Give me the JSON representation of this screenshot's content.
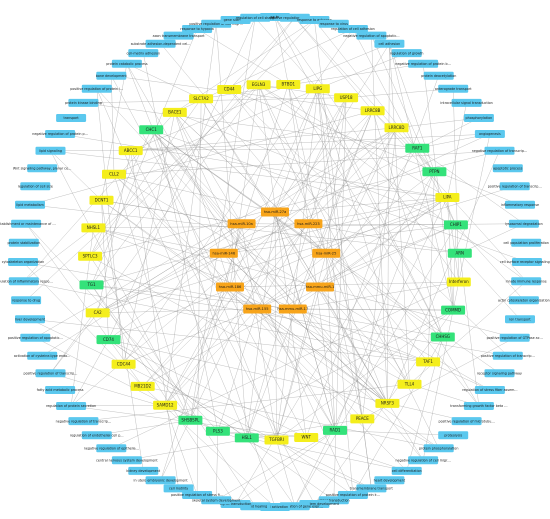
{
  "palette": {
    "go_term": "#5bc8ee",
    "gene_up": "#f4ee1c",
    "gene_down": "#34e27a",
    "mirna": "#f7a41a",
    "edge": "#8a8a8a"
  },
  "network": {
    "mirnas": [
      "hsa-miR-27a",
      "hsa-miR-223",
      "hsa-miR-25",
      "hsa-mmu-miR-1",
      "hsa-mmu-miR-17",
      "hsa-miR-155",
      "hsa-miR-186",
      "hsa-miR-146",
      "hsa-miR-10a"
    ],
    "genes_outer": [
      {
        "label": "CD44",
        "type": "up"
      },
      {
        "label": "EGLN3",
        "type": "up"
      },
      {
        "label": "BTBD1",
        "type": "up"
      },
      {
        "label": "LIPG",
        "type": "up"
      },
      {
        "label": "USP18",
        "type": "up"
      },
      {
        "label": "LRRC8B",
        "type": "up"
      },
      {
        "label": "LRRC8D",
        "type": "up"
      },
      {
        "label": "RAF1",
        "type": "down"
      },
      {
        "label": "PTPN",
        "type": "down"
      },
      {
        "label": "LIPA",
        "type": "up"
      },
      {
        "label": "CHIP1",
        "type": "down"
      },
      {
        "label": "ARN",
        "type": "down"
      },
      {
        "label": "Interferon",
        "type": "up"
      },
      {
        "label": "COMMD",
        "type": "down"
      },
      {
        "label": "CHHSG",
        "type": "down"
      },
      {
        "label": "TAF1",
        "type": "up"
      },
      {
        "label": "TLL4",
        "type": "up"
      },
      {
        "label": "NRSF3",
        "type": "up"
      },
      {
        "label": "PEACE",
        "type": "up"
      },
      {
        "label": "RAD1",
        "type": "down"
      },
      {
        "label": "WNT",
        "type": "up"
      },
      {
        "label": "TGFBRI",
        "type": "up"
      },
      {
        "label": "HSL1",
        "type": "down"
      },
      {
        "label": "PLS3",
        "type": "down"
      },
      {
        "label": "SHSBSPL",
        "type": "down"
      },
      {
        "label": "SAMD12",
        "type": "up"
      },
      {
        "label": "MB21D2",
        "type": "up"
      },
      {
        "label": "CDC44",
        "type": "up"
      },
      {
        "label": "CD74",
        "type": "down"
      },
      {
        "label": "CA2",
        "type": "up"
      },
      {
        "label": "TG1",
        "type": "down"
      },
      {
        "label": "SPTLC3",
        "type": "up"
      },
      {
        "label": "NHSL1",
        "type": "up"
      },
      {
        "label": "DCNT1",
        "type": "up"
      },
      {
        "label": "CLL2",
        "type": "up"
      },
      {
        "label": "ABCC1",
        "type": "up"
      },
      {
        "label": "CHC1",
        "type": "down"
      },
      {
        "label": "BACE1",
        "type": "up"
      },
      {
        "label": "SLC7A2",
        "type": "up"
      }
    ],
    "go_terms": [
      "cellular response to mechanical stimulus",
      "negative regulation of cell proliferation",
      "response to estrogen",
      "response to virus",
      "regulation of cell adhesion",
      "negative regulation of apoptotic process",
      "cell adhesion",
      "regulation of growth",
      "negative regulation of protein binding",
      "protein deacetylation",
      "anterograde transport",
      "intracellular signal transduction",
      "phosphorylation",
      "angiogenesis",
      "negative regulation of transcription, DNA-templated",
      "apoptotic process",
      "positive regulation of transcription, DNA-templated",
      "inflammatory response",
      "lysosomal degradation",
      "cell population proliferation",
      "cell surface receptor signaling pathway",
      "innate immune response",
      "actin cytoskeleton organization",
      "ion transport",
      "positive regulation of GTPase activity",
      "positive regulation of transcription by RNA polymerase II",
      "receptor signaling pathway",
      "regulation of stress fiber assembly",
      "transforming growth factor beta receptor signaling pathway",
      "positive regulation of microtubule polymerization",
      "proteolysis",
      "protein phosphorylation",
      "negative regulation of cell migration",
      "cell differentiation",
      "heart development",
      "transmembrane transport",
      "positive regulation of protein kinase B signaling",
      "signal transduction",
      "nervous system development",
      "positive regulation of gene expression",
      "T cell activation",
      "wound healing",
      "signal transduction",
      "skeletal system development",
      "positive regulation of stress fiber assembly",
      "cell motility",
      "in utero embryonic development",
      "kidney development",
      "central nervous system development",
      "negative regulation of epithelial cell migration",
      "regulation of endothelial cell proliferation",
      "negative regulation of transcription, DNA-templated",
      "regulation of protein secretion",
      "fatty acid metabolic process",
      "positive regulation of transcription, DNA-templated",
      "activation of cysteine-type endopeptidase activity involved in apoptotic process",
      "positive regulation of apoptotic process",
      "liver development",
      "response to drug",
      "regulation of inflammatory response",
      "cytoskeleton organization",
      "protein stabilization",
      "establishment or maintenance of cell polarity",
      "lipid metabolism",
      "regulation of cell size",
      "Wnt signaling pathway, planar cell polarity pathway",
      "lipid signaling",
      "negative regulation of protein phosphorylation",
      "transport",
      "protein kinase binding",
      "positive regulation of protein insertion into mitochondrial membrane involved in apoptotic signaling pathway",
      "bone development",
      "protein catabolic process",
      "cell-matrix adhesion",
      "substrate adhesion-dependent cell spreading",
      "axon transmembrane transport",
      "response to hypoxia",
      "positive regulation of cell migration",
      "gene silencing",
      "regulation of cell shape"
    ]
  }
}
